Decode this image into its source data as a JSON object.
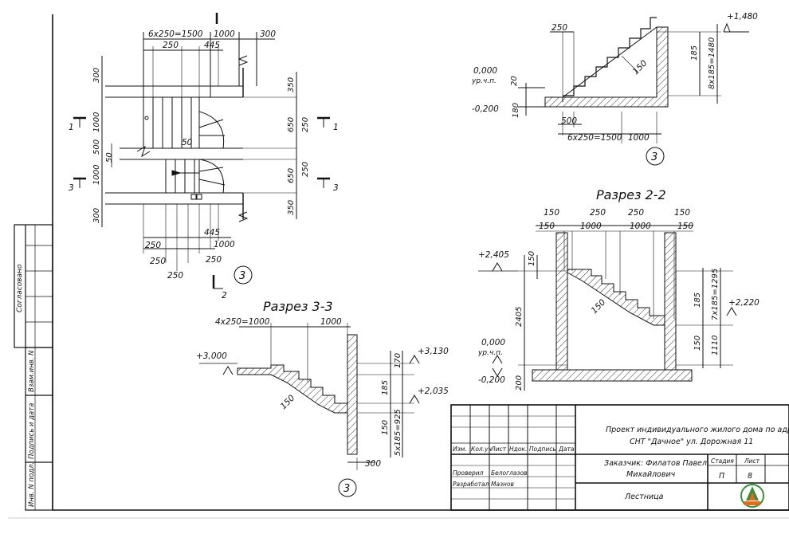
{
  "plan": {
    "top_dims": [
      "6x250=1500",
      "1000",
      "300"
    ],
    "top_sub_dims": [
      "250",
      "445"
    ],
    "left_dims": [
      "300",
      "1000",
      "500",
      "1000",
      "300"
    ],
    "left_small": "50",
    "inner_label": "50",
    "right_dims": [
      "350",
      "650",
      "250",
      "650",
      "350"
    ],
    "right_sub_dims": [
      "250",
      "250"
    ],
    "bottom_dims": [
      "445",
      "1000",
      "250",
      "250",
      "250",
      "250"
    ],
    "section_marks": [
      "1",
      "1",
      "3",
      "3",
      "2"
    ],
    "detail_ref": "3"
  },
  "section1": {
    "level_top": "+1,480",
    "level_zero": "0,000",
    "level_zero_note": "ур.ч.п.",
    "level_bottom": "-0,200",
    "dims": [
      "250",
      "20",
      "180",
      "150",
      "185",
      "8x185=1480",
      "500",
      "6x250=1500",
      "1000"
    ],
    "detail_ref": "3"
  },
  "section2": {
    "title": "Разрез 2-2",
    "top_dims": [
      "150",
      "250",
      "250",
      "150",
      "150",
      "1000",
      "1000",
      "150"
    ],
    "level_a": "+2,405",
    "level_b": "+2,220",
    "level_zero": "0,000",
    "level_zero_note": "ур.ч.п.",
    "level_bottom": "-0,200",
    "dims": [
      "150",
      "2405",
      "200",
      "185",
      "7x185=1295",
      "150",
      "1110",
      "150"
    ]
  },
  "section3": {
    "title": "Разрез 3-3",
    "top_dims": [
      "4x250=1000",
      "1000"
    ],
    "level_a": "+3,000",
    "level_b": "+3,130",
    "level_c": "+2,035",
    "dims": [
      "170",
      "185",
      "150",
      "150",
      "5x185=925",
      "300"
    ],
    "detail_ref": "3"
  },
  "left_margin": {
    "approved": "Согласовано",
    "labels": [
      "Взам.инв. N",
      "Подпись и дата",
      "Инв. N подл."
    ]
  },
  "title_block": {
    "project": "Проект индивидуального жилого дома по адресу:",
    "address": "СНТ \"Дачное\" ул. Дорожная 11",
    "customer": "Заказчик: Филатов Павел",
    "customer2": "Михайлович",
    "sheet_name": "Лестница",
    "col_headers": [
      "Изм.",
      "Кол.уч",
      "Лист",
      "Ндок.",
      "Подпись",
      "Дата"
    ],
    "stage_label": "Стадия",
    "sheet_label": "Лист",
    "stage": "П",
    "sheet_no": "8",
    "checked_label": "Проверил",
    "checked_name": "Белоглазов",
    "developed_label": "Разработал",
    "developed_name": "Мазнов"
  },
  "colors": {
    "line": "#111111",
    "hatch": "#333333",
    "logo_green": "#3a8f3a",
    "logo_orange": "#e46a1e"
  }
}
